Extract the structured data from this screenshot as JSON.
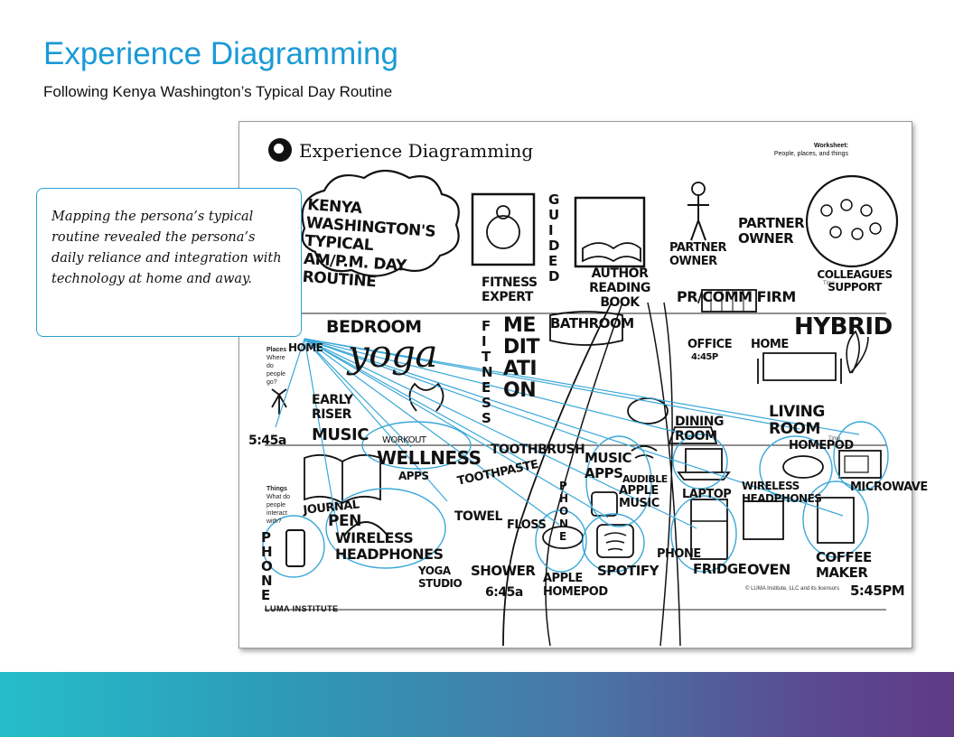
{
  "header": {
    "title": "Experience Diagramming",
    "subtitle": "Following Kenya Washington’s Typical Day Routine"
  },
  "callout": {
    "text": "Mapping the persona’s typical routine revealed the persona’s daily reliance and integration with technology at home and away."
  },
  "worksheet": {
    "title": "Experience Diagramming",
    "worksheet_label": "Worksheet:",
    "worksheet_subtitle": "People, places, and things",
    "places_label": "Places",
    "places_question": "Where do people go?",
    "things_label": "Things",
    "things_question": "What do people interact with?",
    "time_label": "Time",
    "footer_brand": "LUMA INSTITUTE",
    "copyright": "© LUMA Institute, LLC and its licensors"
  },
  "sketch": {
    "people": {
      "persona": "KENYA WASHINGTON'S TYPICAL AM/P.M. DAY ROUTINE",
      "fitness_expert": "FITNESS EXPERT",
      "guided": "GUIDED",
      "author_reading_book": "AUTHOR READING BOOK",
      "partner_owner_1": "PARTNER OWNER",
      "partner_owner_2": "PARTNER OWNER",
      "colleagues_support": "COLLEAGUES SUPPORT",
      "pr_comm_firm": "PR/COMM FIRM"
    },
    "places": {
      "bedroom": "BEDROOM",
      "home": "HOME",
      "yoga": "yoga",
      "fitness": "FITNESS",
      "meditation": "MEDITATION",
      "bathroom": "BATHROOM",
      "office": "OFFICE",
      "office_time": "4:45P",
      "home_office": "HOME",
      "hybrid": "HYBRID",
      "dining_room": "DINING ROOM",
      "living_room": "LIVING ROOM",
      "early_riser": "EARLY RISER",
      "wake_time": "5:45a",
      "music": "MUSIC"
    },
    "things": {
      "workout": "WORKOUT",
      "wellness": "WELLNESS",
      "apps": "APPS",
      "toothbrush": "TOOTHBRUSH",
      "toothpaste": "TOOTHPASTE",
      "phone_vertical": "PHONE",
      "music_apps": "MUSIC APPS",
      "audible": "AUDIBLE",
      "apple_music": "APPLE MUSIC",
      "homepod": "HOMEPOD",
      "microwave": "MICROWAVE",
      "journal": "JOURNAL",
      "pen": "PEN",
      "wireless_headphones": "WIRELESS HEADPHONES",
      "phone_left": "PHONE",
      "yoga_studio": "YOGA STUDIO",
      "towel": "TOWEL",
      "floss": "FLOSS",
      "shower": "SHOWER",
      "shower_time": "6:45a",
      "apple_homepod": "APPLE HOMEPOD",
      "spotify": "SPOTIFY",
      "phone_center": "PHONE",
      "laptop": "LAPTOP",
      "fridge": "FRIDGE",
      "wireless_headphones_2": "WIRELESS HEADPHONES",
      "oven": "OVEN",
      "coffee_maker": "COFFEE MAKER",
      "end_time": "5:45PM"
    }
  },
  "colors": {
    "title": "#1a9ad6",
    "callout_border": "#2a9fd3",
    "highlight_circles": "#3aa8d8",
    "band_start": "#25bdc9",
    "band_end": "#5f3a86"
  }
}
